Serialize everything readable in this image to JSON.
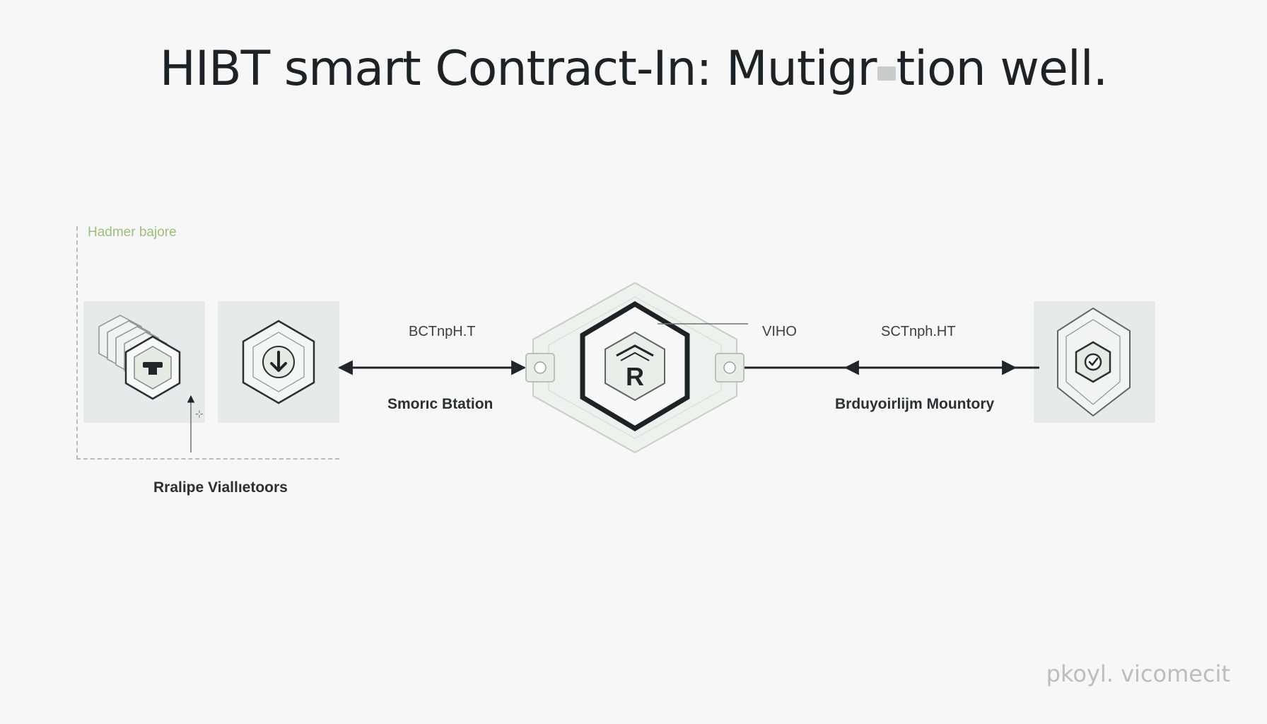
{
  "title": {
    "part1": "HIBT smart Contract-In: Mutigr",
    "part2": "tion well."
  },
  "group": {
    "label": "Hadmer bajore",
    "caption": "Rralipe Viallıetoors"
  },
  "edges": {
    "left_top": "BCTnpH.T",
    "left_bottom": "Smorıc Btation",
    "right_small": "VIHO",
    "right_top": "SCTnph.HT",
    "right_bottom": "Brduyoirlijm Mountory"
  },
  "hub": {
    "letter": "R"
  },
  "watermark": "pkoyl. vicomecit",
  "colors": {
    "accent_green": "#9bc07e",
    "ink": "#1f2529",
    "tile": "#e6eaea",
    "hex_fill": "#eef2ee"
  }
}
